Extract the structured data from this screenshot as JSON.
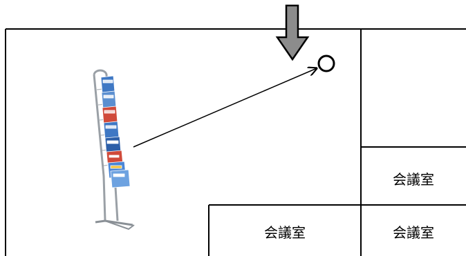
{
  "rooms": {
    "upper_right_label": "会議室",
    "lower_middle_label": "会議室",
    "lower_right_label": "会議室"
  },
  "icons": {
    "entrance_arrow": "down-arrow-icon",
    "target_marker": "circle-marker-icon",
    "display_rack": "magazine-rack-icon"
  },
  "colors": {
    "arrow_fill": "#8c8c8c",
    "line": "#000000",
    "rack_frame": "#9aa0a6",
    "magazine_blue": "#3f78c4",
    "magazine_red": "#d04a3a"
  }
}
